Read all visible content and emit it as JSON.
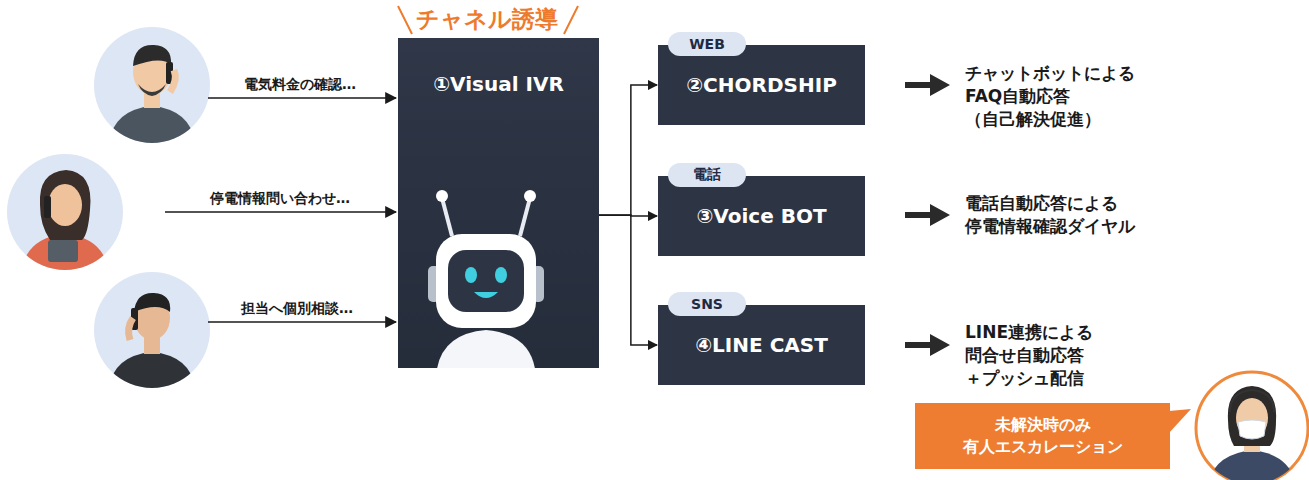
{
  "diagram": {
    "nodes": [
      {
        "text": [
          "①Visual IVR"
        ]
      },
      {
        "text": [
          "WEB",
          "②CHORDSHIP"
        ]
      },
      {
        "text": [
          "電話",
          "③Voice BOT"
        ]
      },
      {
        "text": [
          "SNS",
          "④LINE CAST"
        ]
      },
      {
        "text": [
          "未解決時のみ 有人エスカレーション"
        ]
      }
    ],
    "edges": [
      {
        "from": 0,
        "to": 1,
        "arrow": "to"
      },
      {
        "from": 0,
        "to": 2,
        "arrow": "to"
      },
      {
        "from": 0,
        "to": 3,
        "arrow": "to"
      }
    ],
    "labels": [
      "チャネル誘導",
      "電気料金の確認…",
      "停電情報問い合わせ…",
      "担当へ個別相談…",
      "チャットボットによる FAQ自動応答（自己解決促進）",
      "電話自動応答による 停電情報確認ダイヤル",
      "LINE連携による 問合せ自動応答＋プッシュ配信"
    ]
  }
}
